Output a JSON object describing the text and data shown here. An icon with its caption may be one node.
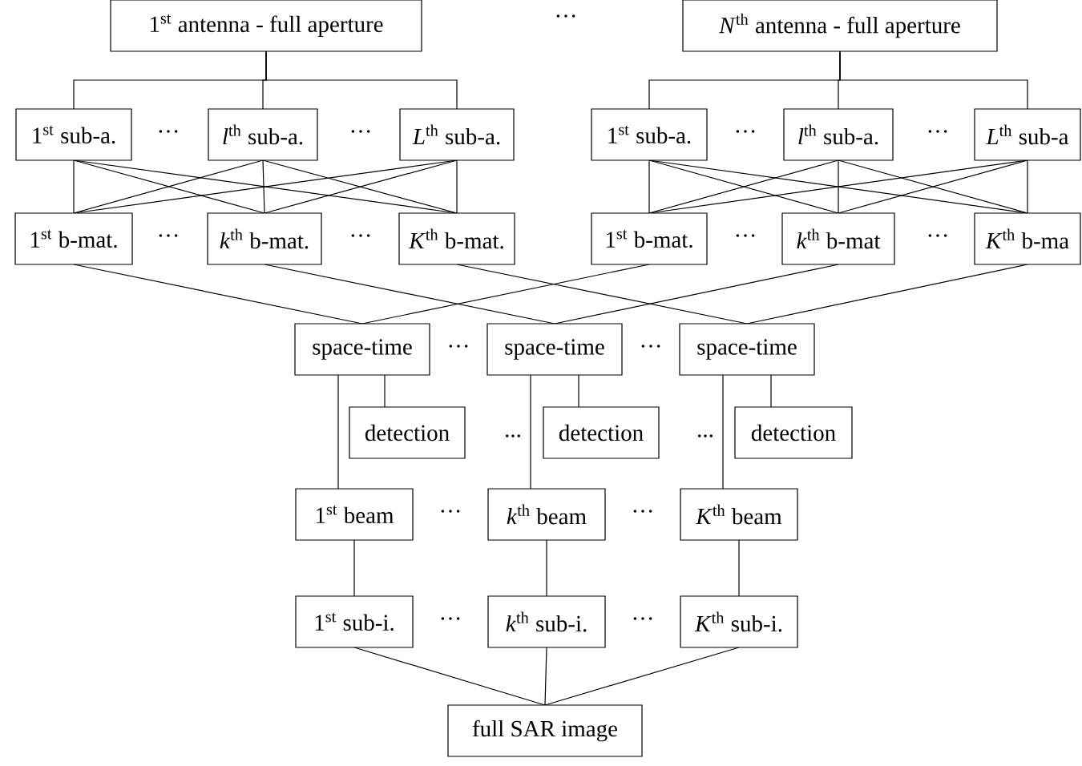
{
  "diagram": {
    "nodes": [
      {
        "text": [
          "1$^{st}$ antenna - full aperture"
        ]
      },
      {
        "text": [
          "*N*$^{th}$ antenna - full aperture"
        ]
      },
      {
        "text": [
          "1$^{st}$ sub-a."
        ]
      },
      {
        "text": [
          "*l*$^{th}$ sub-a."
        ]
      },
      {
        "text": [
          "*L*$^{th}$ sub-a."
        ]
      },
      {
        "text": [
          "1$^{st}$ sub-a."
        ]
      },
      {
        "text": [
          "*l*$^{th}$ sub-a."
        ]
      },
      {
        "text": [
          "*L*$^{th}$ sub-a"
        ]
      },
      {
        "text": [
          "1$^{st}$ b-mat."
        ]
      },
      {
        "text": [
          "*k*$^{th}$ b-mat."
        ]
      },
      {
        "text": [
          "*K*$^{th}$ b-mat."
        ]
      },
      {
        "text": [
          "1$^{st}$ b-mat."
        ]
      },
      {
        "text": [
          "*k*$^{th}$ b-mat"
        ]
      },
      {
        "text": [
          "*K*$^{th}$ b-ma"
        ]
      },
      {
        "text": [
          "space-time"
        ]
      },
      {
        "text": [
          "space-time"
        ]
      },
      {
        "text": [
          "space-time"
        ]
      },
      {
        "text": [
          "detection"
        ]
      },
      {
        "text": [
          "detection"
        ]
      },
      {
        "text": [
          "detection"
        ]
      },
      {
        "text": [
          "1$^{st}$ beam"
        ]
      },
      {
        "text": [
          "*k*$^{th}$ beam"
        ]
      },
      {
        "text": [
          "*K*$^{th}$ beam"
        ]
      },
      {
        "text": [
          "1$^{st}$ sub-i."
        ]
      },
      {
        "text": [
          "*k*$^{th}$ sub-i."
        ]
      },
      {
        "text": [
          "*K*$^{th}$ sub-i."
        ]
      },
      {
        "text": [
          "full SAR image"
        ]
      }
    ],
    "edges": [
      {
        "from": 0,
        "to": 2,
        "arrow": "none"
      },
      {
        "from": 0,
        "to": 3,
        "arrow": "none"
      },
      {
        "from": 0,
        "to": 4,
        "arrow": "none"
      },
      {
        "from": 1,
        "to": 5,
        "arrow": "none"
      },
      {
        "from": 1,
        "to": 6,
        "arrow": "none"
      },
      {
        "from": 1,
        "to": 7,
        "arrow": "none"
      },
      {
        "from": 2,
        "to": 8,
        "arrow": "none"
      },
      {
        "from": 2,
        "to": 9,
        "arrow": "none"
      },
      {
        "from": 2,
        "to": 10,
        "arrow": "none"
      },
      {
        "from": 3,
        "to": 8,
        "arrow": "none"
      },
      {
        "from": 3,
        "to": 9,
        "arrow": "none"
      },
      {
        "from": 3,
        "to": 10,
        "arrow": "none"
      },
      {
        "from": 4,
        "to": 8,
        "arrow": "none"
      },
      {
        "from": 4,
        "to": 9,
        "arrow": "none"
      },
      {
        "from": 4,
        "to": 10,
        "arrow": "none"
      },
      {
        "from": 5,
        "to": 11,
        "arrow": "none"
      },
      {
        "from": 5,
        "to": 12,
        "arrow": "none"
      },
      {
        "from": 5,
        "to": 13,
        "arrow": "none"
      },
      {
        "from": 6,
        "to": 11,
        "arrow": "none"
      },
      {
        "from": 6,
        "to": 12,
        "arrow": "none"
      },
      {
        "from": 6,
        "to": 13,
        "arrow": "none"
      },
      {
        "from": 7,
        "to": 11,
        "arrow": "none"
      },
      {
        "from": 7,
        "to": 12,
        "arrow": "none"
      },
      {
        "from": 7,
        "to": 13,
        "arrow": "none"
      },
      {
        "from": 8,
        "to": 14,
        "arrow": "none"
      },
      {
        "from": 9,
        "to": 15,
        "arrow": "none"
      },
      {
        "from": 10,
        "to": 16,
        "arrow": "none"
      },
      {
        "from": 11,
        "to": 14,
        "arrow": "none"
      },
      {
        "from": 12,
        "to": 15,
        "arrow": "none"
      },
      {
        "from": 13,
        "to": 16,
        "arrow": "none"
      },
      {
        "from": 14,
        "to": 17,
        "arrow": "none"
      },
      {
        "from": 15,
        "to": 18,
        "arrow": "none"
      },
      {
        "from": 16,
        "to": 19,
        "arrow": "none"
      },
      {
        "from": 14,
        "to": 20,
        "arrow": "none"
      },
      {
        "from": 15,
        "to": 21,
        "arrow": "none"
      },
      {
        "from": 16,
        "to": 22,
        "arrow": "none"
      },
      {
        "from": 20,
        "to": 23,
        "arrow": "none"
      },
      {
        "from": 21,
        "to": 24,
        "arrow": "none"
      },
      {
        "from": 22,
        "to": 25,
        "arrow": "none"
      },
      {
        "from": 23,
        "to": 26,
        "arrow": "none"
      },
      {
        "from": 24,
        "to": 26,
        "arrow": "none"
      },
      {
        "from": 25,
        "to": 26,
        "arrow": "none"
      }
    ],
    "labels": [
      "···",
      "···",
      "···",
      "···",
      "···",
      "···",
      "···",
      "···",
      "···",
      "···",
      "···",
      "...",
      "...",
      "···",
      "···",
      "···",
      "···"
    ]
  }
}
